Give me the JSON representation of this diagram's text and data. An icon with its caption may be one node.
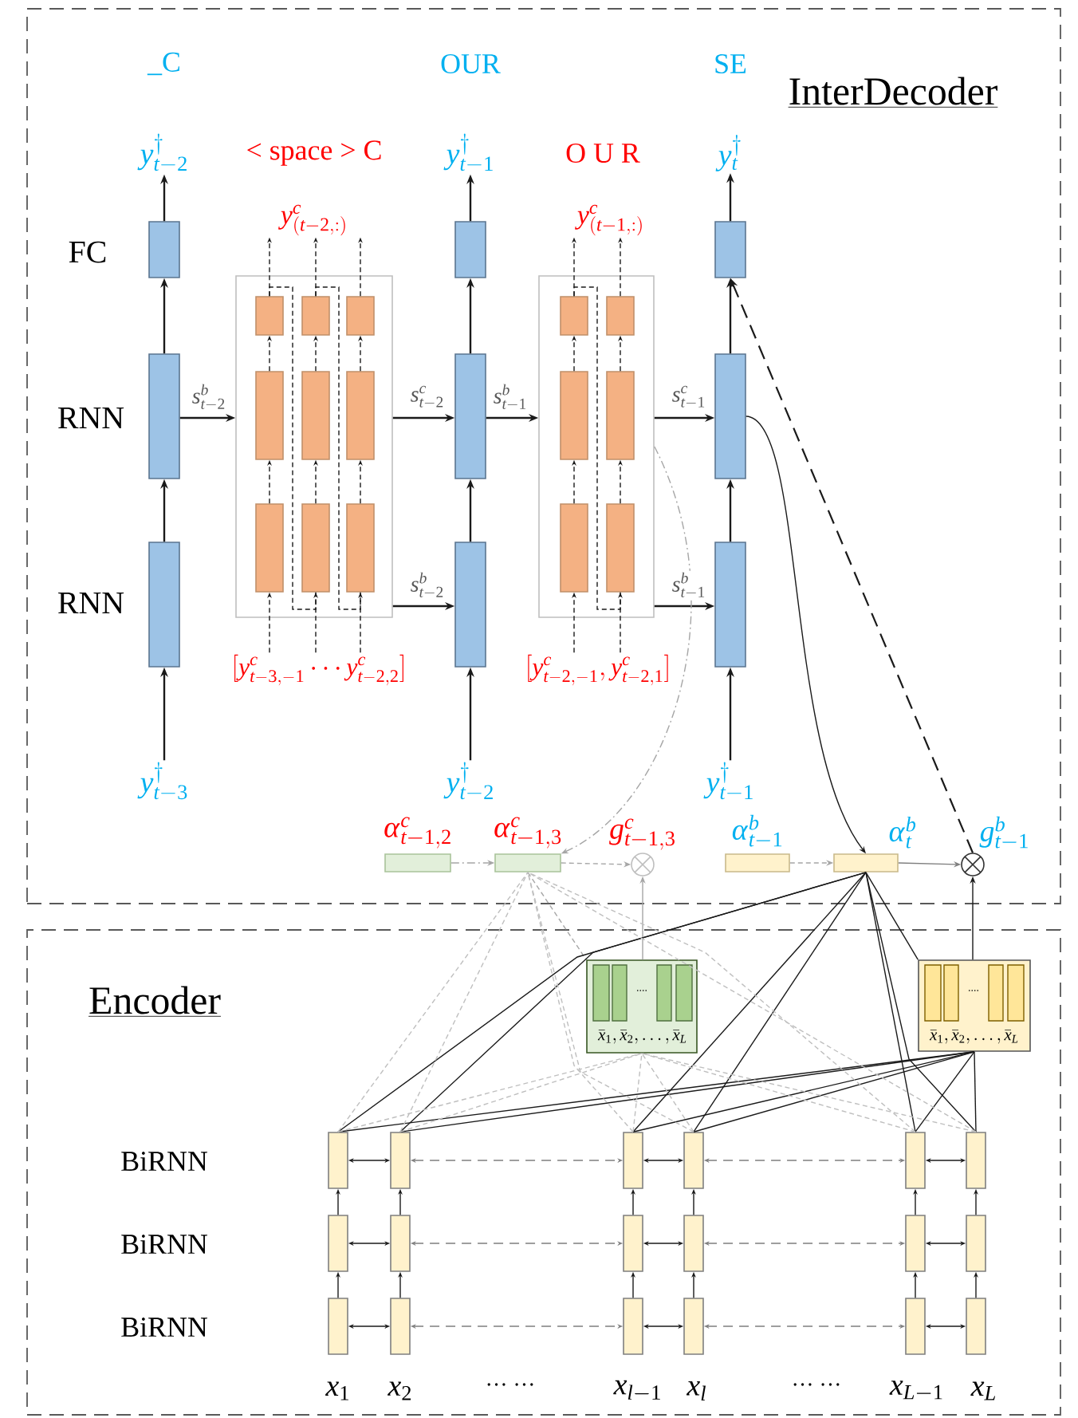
{
  "diagram": {
    "nodes": [
      {
        "text": [
          "InterDecoder"
        ]
      },
      {
        "text": [
          "Encoder"
        ]
      },
      {
        "text": [
          "y^{\\dagger}_{t-2}"
        ],
        "beside": [
          "_C"
        ],
        "in": 0
      },
      {
        "text": [],
        "shape": "box",
        "in": 0
      },
      {
        "text": [],
        "shape": "box",
        "in": 0
      },
      {
        "text": [],
        "shape": "box",
        "in": 0
      },
      {
        "text": [
          "y^{\\dagger}_{t-3}"
        ],
        "in": 0
      },
      {
        "text": [
          "y^{\\dagger}_{t-1}"
        ],
        "beside": [
          "OUR"
        ],
        "in": 0
      },
      {
        "text": [],
        "shape": "box",
        "in": 0
      },
      {
        "text": [],
        "shape": "box",
        "in": 0
      },
      {
        "text": [],
        "shape": "box",
        "in": 0
      },
      {
        "text": [
          "y^{\\dagger}_{t-2}"
        ],
        "in": 0
      },
      {
        "text": [
          "y^{\\dagger}_{t}"
        ],
        "beside": [
          "SE"
        ],
        "in": 0
      },
      {
        "text": [],
        "shape": "box",
        "in": 0
      },
      {
        "text": [],
        "shape": "box",
        "in": 0
      },
      {
        "text": [],
        "shape": "box",
        "in": 0
      },
      {
        "text": [
          "y^{\\dagger}_{t-1}"
        ],
        "in": 0
      },
      {
        "text": [
          "y^{c}_{(t-2,:)}"
        ],
        "beside": [
          "< space > C"
        ],
        "in": 0
      },
      {
        "text": [],
        "shape": "box",
        "in": 0
      },
      {
        "text": [],
        "shape": "box",
        "in": 18
      },
      {
        "text": [],
        "shape": "box",
        "in": 18
      },
      {
        "text": [],
        "shape": "box",
        "in": 18
      },
      {
        "text": [],
        "shape": "box",
        "in": 18
      },
      {
        "text": [],
        "shape": "box",
        "in": 18
      },
      {
        "text": [],
        "shape": "box",
        "in": 18
      },
      {
        "text": [],
        "shape": "box",
        "in": 18
      },
      {
        "text": [],
        "shape": "box",
        "in": 18
      },
      {
        "text": [],
        "shape": "box",
        "in": 18
      },
      {
        "text": [
          "[y^{c}_{t-3,-1} \\cdots y^{c}_{t-2,2}]"
        ],
        "in": 0
      },
      {
        "text": [
          "y^{c}_{(t-1,:)}"
        ],
        "beside": [
          "O U R"
        ],
        "in": 0
      },
      {
        "text": [],
        "shape": "box",
        "in": 0
      },
      {
        "text": [],
        "shape": "box",
        "in": 30
      },
      {
        "text": [],
        "shape": "box",
        "in": 30
      },
      {
        "text": [],
        "shape": "box",
        "in": 30
      },
      {
        "text": [],
        "shape": "box",
        "in": 30
      },
      {
        "text": [],
        "shape": "box",
        "in": 30
      },
      {
        "text": [],
        "shape": "box",
        "in": 30
      },
      {
        "text": [
          "[y^{c}_{t-2,-1}, y^{c}_{t-2,1}]"
        ],
        "in": 0
      },
      {
        "text": [
          "\\alpha^{c}_{t-1,2}"
        ],
        "in": 0
      },
      {
        "text": [
          "\\alpha^{c}_{t-1,3}"
        ],
        "in": 0
      },
      {
        "text": [
          "g^{c}_{t-1,3}"
        ],
        "in": 0
      },
      {
        "text": [
          "\\alpha^{b}_{t-1}"
        ],
        "in": 0
      },
      {
        "text": [
          "\\alpha^{b}_{t}"
        ],
        "in": 0
      },
      {
        "text": [
          "g^{b}_{t-1}"
        ],
        "in": 0
      },
      {
        "text": [
          "....",
          "\\bar{x}_1, \\bar{x}_2, \\ldots, \\bar{x}_L"
        ],
        "in": 1
      },
      {
        "text": [
          "....",
          "\\bar{x}_1, \\bar{x}_2, \\ldots, \\bar{x}_L"
        ],
        "in": 1
      },
      {
        "text": [],
        "shape": "box",
        "in": 1
      },
      {
        "text": [],
        "shape": "box",
        "in": 1
      },
      {
        "text": [],
        "shape": "box",
        "in": 1
      },
      {
        "text": [],
        "shape": "box",
        "in": 1
      },
      {
        "text": [],
        "shape": "box",
        "in": 1
      },
      {
        "text": [],
        "shape": "box",
        "in": 1
      },
      {
        "text": [],
        "shape": "box",
        "in": 1
      },
      {
        "text": [],
        "shape": "box",
        "in": 1
      },
      {
        "text": [],
        "shape": "box",
        "in": 1
      },
      {
        "text": [],
        "shape": "box",
        "in": 1
      },
      {
        "text": [],
        "shape": "box",
        "in": 1
      },
      {
        "text": [],
        "shape": "box",
        "in": 1
      },
      {
        "text": [],
        "shape": "box",
        "in": 1
      },
      {
        "text": [],
        "shape": "box",
        "in": 1
      },
      {
        "text": [],
        "shape": "box",
        "in": 1
      },
      {
        "text": [],
        "shape": "box",
        "in": 1
      },
      {
        "text": [],
        "shape": "box",
        "in": 1
      },
      {
        "text": [],
        "shape": "box",
        "in": 1
      }
    ],
    "edges": [
      {
        "from": 6,
        "to": 5,
        "arrow": "to"
      },
      {
        "from": 5,
        "to": 4,
        "arrow": "to"
      },
      {
        "from": 4,
        "to": 3,
        "arrow": "to"
      },
      {
        "from": 3,
        "to": 2,
        "arrow": "to"
      },
      {
        "from": 11,
        "to": 10,
        "arrow": "to"
      },
      {
        "from": 10,
        "to": 9,
        "arrow": "to"
      },
      {
        "from": 9,
        "to": 8,
        "arrow": "to"
      },
      {
        "from": 8,
        "to": 7,
        "arrow": "to"
      },
      {
        "from": 16,
        "to": 15,
        "arrow": "to"
      },
      {
        "from": 15,
        "to": 14,
        "arrow": "to"
      },
      {
        "from": 14,
        "to": 13,
        "arrow": "to"
      },
      {
        "from": 13,
        "to": 12,
        "arrow": "to"
      },
      {
        "from": 4,
        "to": 18,
        "arrow": "to",
        "label": "s^{b}_{t-2}"
      },
      {
        "from": 18,
        "to": 9,
        "arrow": "to",
        "label": "s^{c}_{t-2}"
      },
      {
        "from": 18,
        "to": 10,
        "arrow": "to",
        "label": "s^{b}_{t-2}"
      },
      {
        "from": 9,
        "to": 30,
        "arrow": "to",
        "label": "s^{b}_{t-1}"
      },
      {
        "from": 30,
        "to": 14,
        "arrow": "to",
        "label": "s^{c}_{t-1}"
      },
      {
        "from": 30,
        "to": 15,
        "arrow": "to",
        "label": "s^{b}_{t-1}"
      },
      {
        "from": 28,
        "to": 25,
        "arrow": "to",
        "style": "dashed"
      },
      {
        "from": 28,
        "to": 26,
        "arrow": "to",
        "style": "dashed"
      },
      {
        "from": 28,
        "to": 27,
        "arrow": "to",
        "style": "dashed"
      },
      {
        "from": 25,
        "to": 22,
        "arrow": "to",
        "style": "dashed"
      },
      {
        "from": 26,
        "to": 23,
        "arrow": "to",
        "style": "dashed"
      },
      {
        "from": 27,
        "to": 24,
        "arrow": "to",
        "style": "dashed"
      },
      {
        "from": 22,
        "to": 19,
        "arrow": "to",
        "style": "dashed"
      },
      {
        "from": 23,
        "to": 20,
        "arrow": "to",
        "style": "dashed"
      },
      {
        "from": 24,
        "to": 21,
        "arrow": "to",
        "style": "dashed"
      },
      {
        "from": 19,
        "to": 17,
        "arrow": "to",
        "style": "dashed"
      },
      {
        "from": 20,
        "to": 17,
        "arrow": "to",
        "style": "dashed"
      },
      {
        "from": 21,
        "to": 17,
        "arrow": "to",
        "style": "dashed"
      },
      {
        "from": 19,
        "to": 26,
        "arrow": "none",
        "style": "dashed"
      },
      {
        "from": 20,
        "to": 27,
        "arrow": "none",
        "style": "dashed"
      },
      {
        "from": 37,
        "to": 35,
        "arrow": "to",
        "style": "dashed"
      },
      {
        "from": 37,
        "to": 36,
        "arrow": "to",
        "style": "dashed"
      },
      {
        "from": 35,
        "to": 33,
        "arrow": "to",
        "style": "dashed"
      },
      {
        "from": 36,
        "to": 34,
        "arrow": "to",
        "style": "dashed"
      },
      {
        "from": 33,
        "to": 31,
        "arrow": "to",
        "style": "dashed"
      },
      {
        "from": 34,
        "to": 32,
        "arrow": "to",
        "style": "dashed"
      },
      {
        "from": 31,
        "to": 29,
        "arrow": "to",
        "style": "dashed"
      },
      {
        "from": 32,
        "to": 29,
        "arrow": "to",
        "style": "dashed"
      },
      {
        "from": 31,
        "to": 36,
        "arrow": "none",
        "style": "dashed"
      },
      {
        "from": 38,
        "to": 39,
        "arrow": "to",
        "style": "dashed",
        "color": "#a6a6a6"
      },
      {
        "from": 39,
        "to": 40,
        "arrow": "to",
        "style": "dashed",
        "color": "#a6a6a6"
      },
      {
        "from": 41,
        "to": 42,
        "arrow": "to",
        "style": "dashed",
        "color": "#a6a6a6"
      },
      {
        "from": 42,
        "to": 43,
        "arrow": "to",
        "color": "#7f7f7f"
      },
      {
        "from": 30,
        "to": 39,
        "arrow": "to",
        "style": "dashed",
        "color": "#a6a6a6"
      },
      {
        "from": 14,
        "to": 42,
        "arrow": "to"
      },
      {
        "from": 43,
        "to": 13,
        "arrow": "to",
        "style": "dashed"
      },
      {
        "from": 45,
        "to": 43,
        "arrow": "to"
      },
      {
        "from": 44,
        "to": 40,
        "arrow": "to",
        "color": "#a6a6a6"
      },
      {
        "from": 42,
        "to": 45,
        "arrow": "none"
      },
      {
        "from": 39,
        "to": 44,
        "arrow": "none",
        "style": "dashed",
        "color": "#a6a6a6"
      },
      {
        "from": 46,
        "to": 42,
        "arrow": "none"
      },
      {
        "from": 47,
        "to": 42,
        "arrow": "none"
      },
      {
        "from": 48,
        "to": 42,
        "arrow": "none"
      },
      {
        "from": 49,
        "to": 42,
        "arrow": "none"
      },
      {
        "from": 50,
        "to": 42,
        "arrow": "none"
      },
      {
        "from": 51,
        "to": 42,
        "arrow": "none"
      },
      {
        "from": 46,
        "to": 45,
        "arrow": "none"
      },
      {
        "from": 47,
        "to": 45,
        "arrow": "none"
      },
      {
        "from": 48,
        "to": 45,
        "arrow": "none"
      },
      {
        "from": 49,
        "to": 45,
        "arrow": "none"
      },
      {
        "from": 50,
        "to": 45,
        "arrow": "none"
      },
      {
        "from": 51,
        "to": 45,
        "arrow": "none"
      },
      {
        "from": 46,
        "to": 39,
        "arrow": "none",
        "style": "dashed",
        "color": "#bfbfbf"
      },
      {
        "from": 47,
        "to": 39,
        "arrow": "none",
        "style": "dashed",
        "color": "#bfbfbf"
      },
      {
        "from": 48,
        "to": 39,
        "arrow": "none",
        "style": "dashed",
        "color": "#bfbfbf"
      },
      {
        "from": 49,
        "to": 39,
        "arrow": "none",
        "style": "dashed",
        "color": "#bfbfbf"
      },
      {
        "from": 50,
        "to": 39,
        "arrow": "none",
        "style": "dashed",
        "color": "#bfbfbf"
      },
      {
        "from": 51,
        "to": 39,
        "arrow": "none",
        "style": "dashed",
        "color": "#bfbfbf"
      },
      {
        "from": 46,
        "to": 44,
        "arrow": "none",
        "style": "dashed",
        "color": "#bfbfbf"
      },
      {
        "from": 47,
        "to": 44,
        "arrow": "none",
        "style": "dashed",
        "color": "#bfbfbf"
      },
      {
        "from": 48,
        "to": 44,
        "arrow": "none",
        "style": "dashed",
        "color": "#bfbfbf"
      },
      {
        "from": 49,
        "to": 44,
        "arrow": "none",
        "style": "dashed",
        "color": "#bfbfbf"
      },
      {
        "from": 50,
        "to": 44,
        "arrow": "none",
        "style": "dashed",
        "color": "#bfbfbf"
      },
      {
        "from": 51,
        "to": 44,
        "arrow": "none",
        "style": "dashed",
        "color": "#bfbfbf"
      },
      {
        "from": 52,
        "to": 46,
        "arrow": "to"
      },
      {
        "from": 53,
        "to": 47,
        "arrow": "to"
      },
      {
        "from": 54,
        "to": 48,
        "arrow": "to"
      },
      {
        "from": 55,
        "to": 49,
        "arrow": "to"
      },
      {
        "from": 56,
        "to": 50,
        "arrow": "to"
      },
      {
        "from": 57,
        "to": 51,
        "arrow": "to"
      },
      {
        "from": 58,
        "to": 52,
        "arrow": "to"
      },
      {
        "from": 59,
        "to": 53,
        "arrow": "to"
      },
      {
        "from": 60,
        "to": 54,
        "arrow": "to"
      },
      {
        "from": 61,
        "to": 55,
        "arrow": "to"
      },
      {
        "from": 62,
        "to": 56,
        "arrow": "to"
      },
      {
        "from": 63,
        "to": 57,
        "arrow": "to"
      },
      {
        "from": 46,
        "to": 47,
        "arrow": "both"
      },
      {
        "from": 48,
        "to": 49,
        "arrow": "both"
      },
      {
        "from": 50,
        "to": 51,
        "arrow": "both"
      },
      {
        "from": 52,
        "to": 53,
        "arrow": "both"
      },
      {
        "from": 54,
        "to": 55,
        "arrow": "both"
      },
      {
        "from": 56,
        "to": 57,
        "arrow": "both"
      },
      {
        "from": 58,
        "to": 59,
        "arrow": "both"
      },
      {
        "from": 60,
        "to": 61,
        "arrow": "both"
      },
      {
        "from": 62,
        "to": 63,
        "arrow": "both"
      },
      {
        "from": 47,
        "to": 48,
        "arrow": "both",
        "style": "dashed",
        "color": "#7f7f7f"
      },
      {
        "from": 49,
        "to": 50,
        "arrow": "both",
        "style": "dashed",
        "color": "#7f7f7f"
      },
      {
        "from": 53,
        "to": 54,
        "arrow": "both",
        "style": "dashed",
        "color": "#7f7f7f"
      },
      {
        "from": 55,
        "to": 56,
        "arrow": "both",
        "style": "dashed",
        "color": "#7f7f7f"
      },
      {
        "from": 59,
        "to": 60,
        "arrow": "both",
        "style": "dashed",
        "color": "#7f7f7f"
      },
      {
        "from": 61,
        "to": 62,
        "arrow": "both",
        "style": "dashed",
        "color": "#7f7f7f"
      }
    ],
    "labels": [
      "FC",
      "RNN",
      "RNN",
      "BiRNN",
      "BiRNN",
      "BiRNN",
      "x_1",
      "x_2",
      "… …",
      "x_{l-1}",
      "x_l",
      "… …",
      "x_{L-1}",
      "x_L"
    ]
  }
}
